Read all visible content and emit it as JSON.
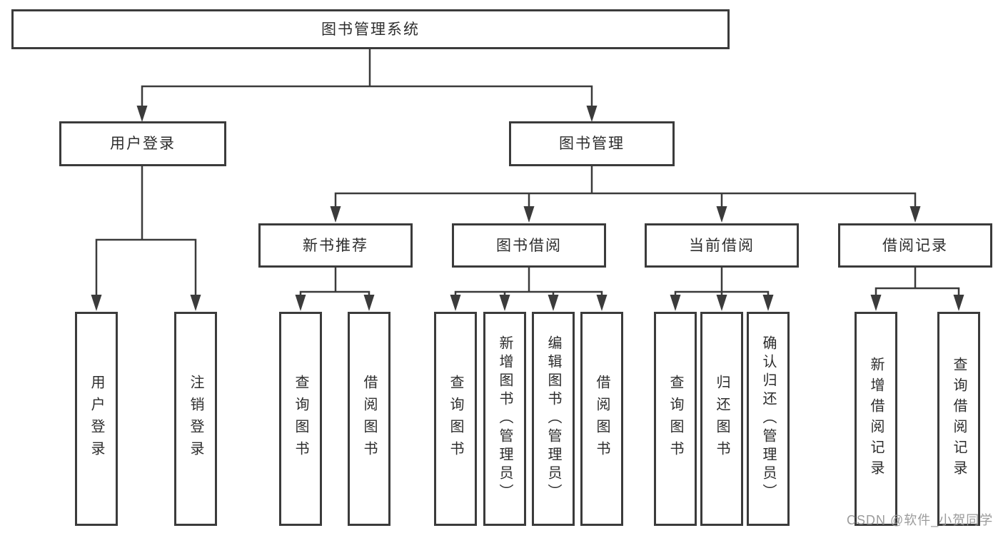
{
  "tree": {
    "root": {
      "label": "图书管理系统",
      "children": [
        {
          "label": "用户登录",
          "children": [
            {
              "label": "用户登录"
            },
            {
              "label": "注销登录"
            }
          ]
        },
        {
          "label": "图书管理",
          "children": [
            {
              "label": "新书推荐",
              "children": [
                {
                  "label": "查询图书"
                },
                {
                  "label": "借阅图书"
                }
              ]
            },
            {
              "label": "图书借阅",
              "children": [
                {
                  "label": "查询图书"
                },
                {
                  "label": "新增图书（管理员）"
                },
                {
                  "label": "编辑图书（管理员）"
                },
                {
                  "label": "借阅图书"
                }
              ]
            },
            {
              "label": "当前借阅",
              "children": [
                {
                  "label": "查询图书"
                },
                {
                  "label": "归还图书"
                },
                {
                  "label": "确认归还（管理员）"
                }
              ]
            },
            {
              "label": "借阅记录",
              "children": [
                {
                  "label": "新增借阅记录"
                },
                {
                  "label": "查询借阅记录"
                }
              ]
            }
          ]
        }
      ]
    }
  },
  "watermark": "CSDN @软件_小贺同学",
  "colors": {
    "line": "#3b3b3b",
    "box_border": "#3b3b3b",
    "box_bg": "#ffffff",
    "text": "#2d2d2d",
    "watermark": "#969696"
  }
}
